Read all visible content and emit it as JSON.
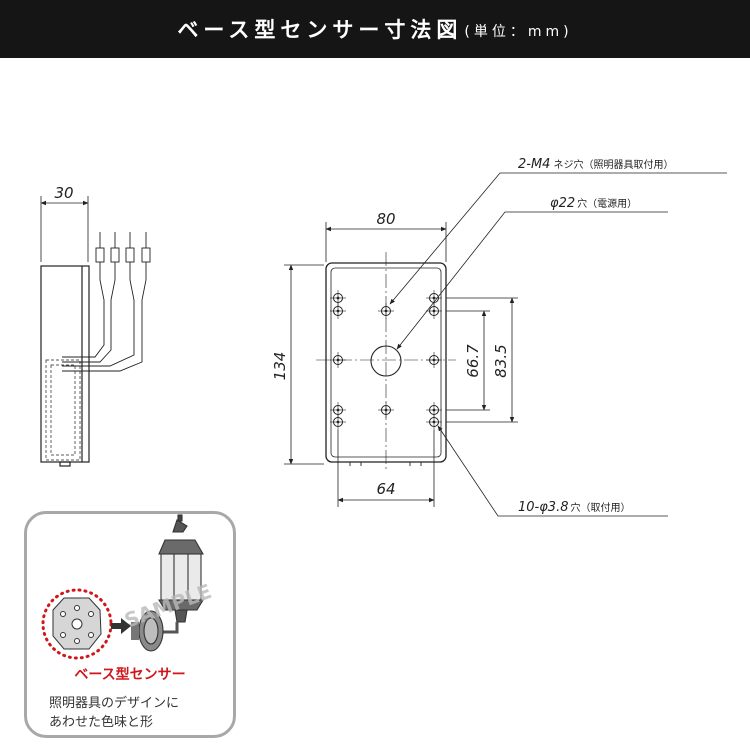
{
  "header": {
    "title": "ベース型センサー寸法図",
    "unit": "(単位：mm)"
  },
  "side_view": {
    "width_dim": "30"
  },
  "front_view": {
    "width_dim": "80",
    "height_dim": "134",
    "bottom_dim": "64",
    "vertical_dim_inner": "66.7",
    "vertical_dim_outer": "83.5"
  },
  "callouts": {
    "m4_main": "2-M4",
    "m4_sub": "ネジ穴（照明器具取付用）",
    "hole22_main": "φ22",
    "hole22_sub": "穴（電源用）",
    "hole38_main": "10-φ3.8",
    "hole38_sub": "穴（取付用）"
  },
  "sample": {
    "watermark": "SAMPLE",
    "label": "ベース型センサー",
    "desc_line1": "照明器具のデザインに",
    "desc_line2": "あわせた色味と形"
  },
  "colors": {
    "header_bg": "#151515",
    "accent_red": "#d1161b",
    "card_border": "#a8a8a8"
  }
}
